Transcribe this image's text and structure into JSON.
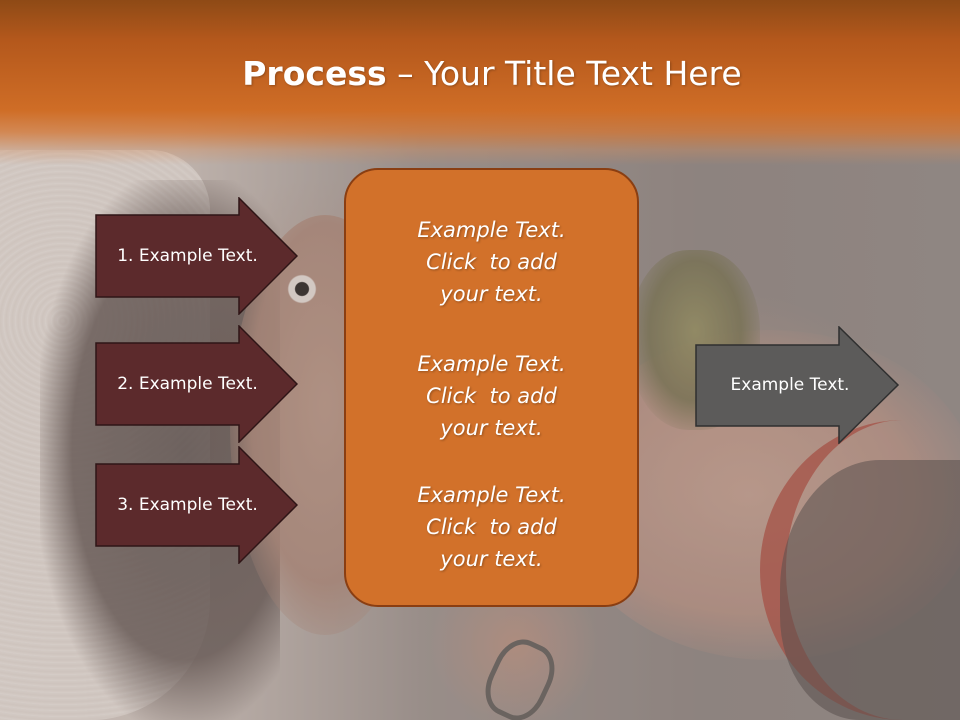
{
  "slide": {
    "title_bold": "Process",
    "title_rest": " – Your Title Text Here"
  },
  "left_arrows": [
    {
      "label": "1. Example Text."
    },
    {
      "label": "2. Example Text."
    },
    {
      "label": "3. Example Text."
    }
  ],
  "center_box": {
    "blocks": [
      {
        "line1": "Example Text.",
        "line2": "Click  to add",
        "line3": "your text."
      },
      {
        "line1": "Example Text.",
        "line2": "Click  to add",
        "line3": "your text."
      },
      {
        "line1": "Example Text.",
        "line2": "Click  to add",
        "line3": "your text."
      }
    ]
  },
  "right_arrow": {
    "label": "Example Text."
  },
  "colors": {
    "header": "#c4611f",
    "left_arrow_fill": "#5c2a2c",
    "center_fill": "#d2712a",
    "right_arrow_fill": "#5c5b5a",
    "text": "#ffffff"
  }
}
